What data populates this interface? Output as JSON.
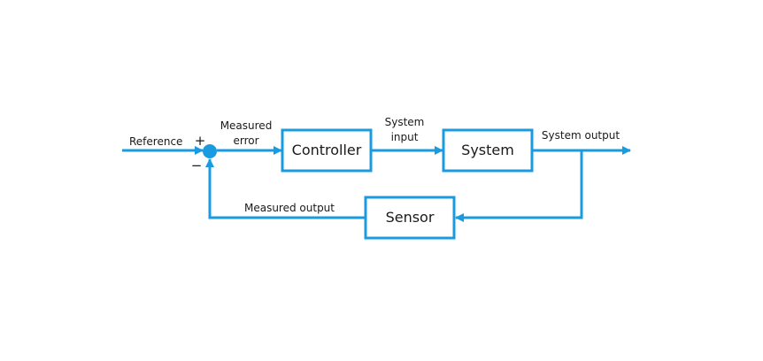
{
  "diagram": {
    "line_color": "#1a9be0",
    "text_color": "#1a1a1a",
    "blocks": {
      "controller": "Controller",
      "system": "System",
      "sensor": "Sensor"
    },
    "labels": {
      "reference": "Reference",
      "plus": "+",
      "minus": "−",
      "measured_error_line1": "Measured",
      "measured_error_line2": "error",
      "system_input_line1": "System",
      "system_input_line2": "input",
      "system_output": "System output",
      "measured_output": "Measured output"
    }
  }
}
